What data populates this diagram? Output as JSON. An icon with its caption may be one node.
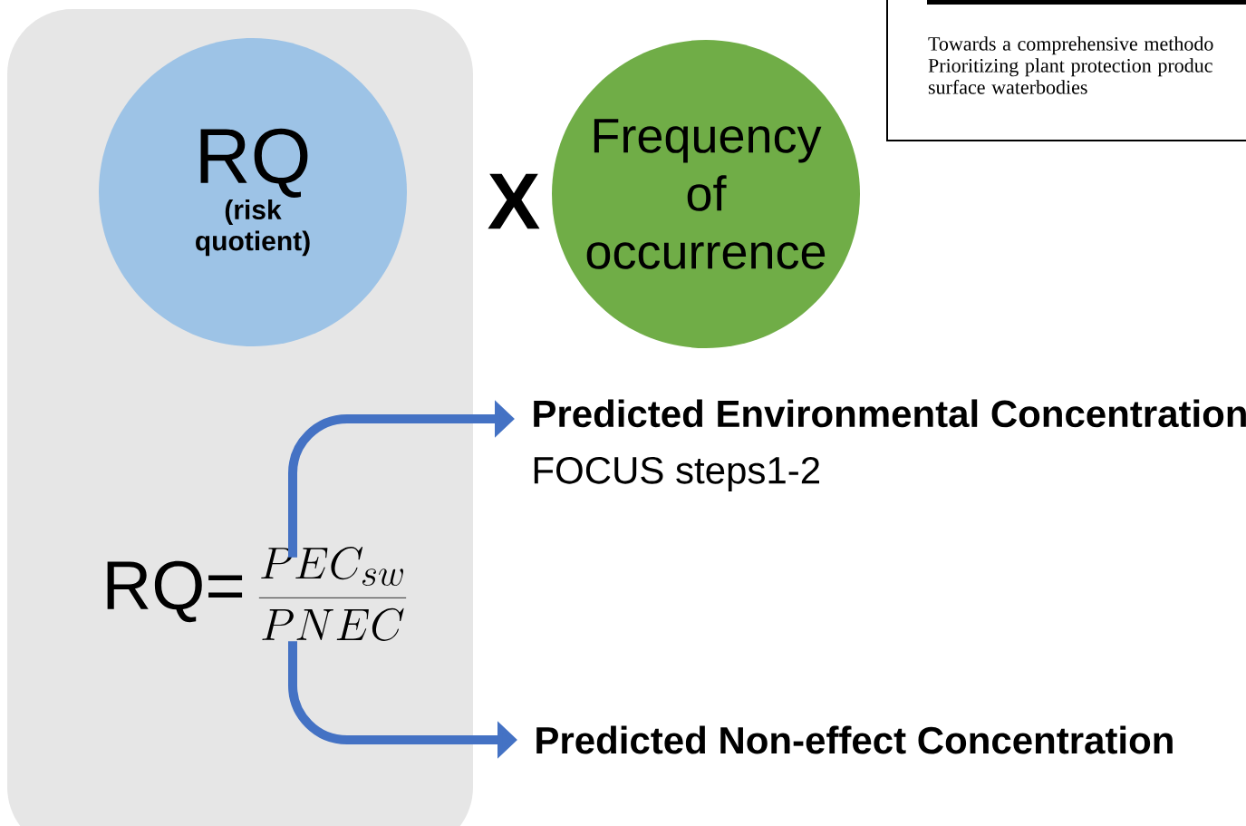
{
  "diagram": {
    "nodes": [
      {
        "text": [],
        "shape": "box"
      },
      {
        "text": [
          "RQ",
          "(risk quotient)"
        ],
        "in": 0
      },
      {
        "text": [
          "Frequency of occurrence"
        ]
      },
      {
        "text": [
          "RQ=",
          "\\frac{PEC_{sw}}{PNEC}"
        ],
        "in": 0
      },
      {
        "text": [
          "Predicted Environmental Concentration",
          "FOCUS steps1-2"
        ]
      },
      {
        "text": [
          "Predicted Non-effect Concentration"
        ]
      },
      {
        "text": [
          "Towards a comprehensive methodo Prioritizing plant protection produc surface waterbodies"
        ]
      }
    ],
    "edges": [
      {
        "from": 3,
        "to": 4,
        "arrow": "to",
        "color": "#4472c4"
      },
      {
        "from": 3,
        "to": 5,
        "arrow": "to",
        "color": "#4472c4"
      }
    ],
    "labels": [
      "X"
    ]
  }
}
